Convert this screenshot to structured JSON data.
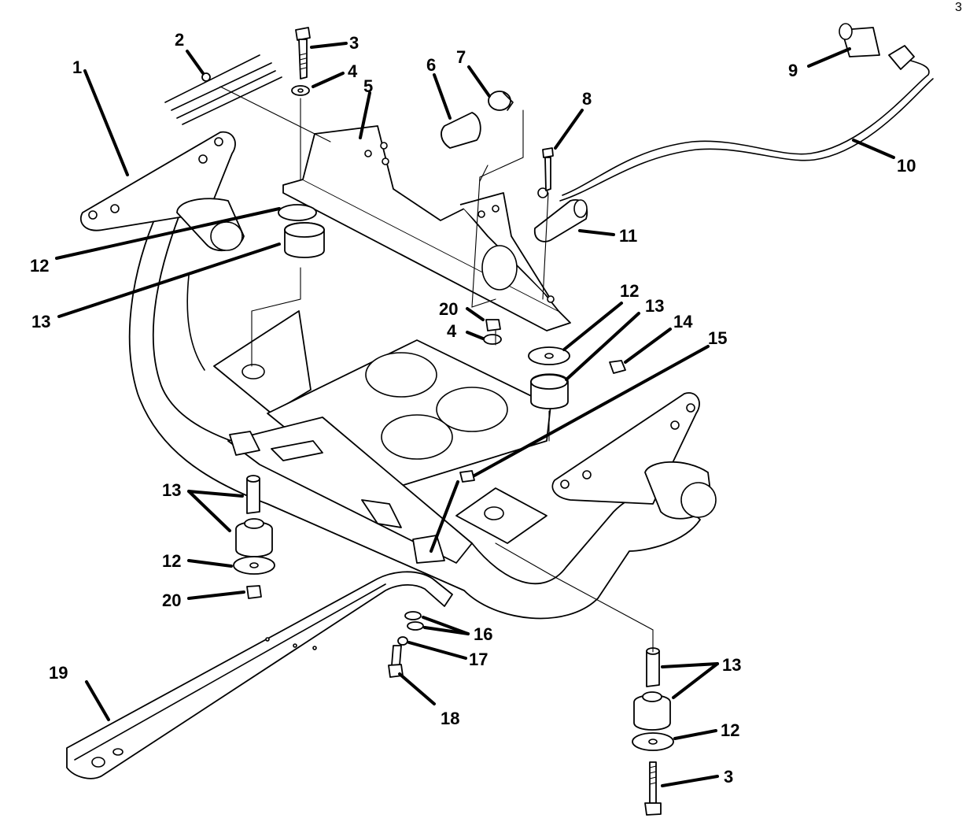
{
  "callouts": {
    "c1": "1",
    "c2": "2",
    "c3_top": "3",
    "c4_top": "4",
    "c5": "5",
    "c6": "6",
    "c7": "7",
    "c8": "8",
    "c9": "9",
    "c10": "10",
    "c11": "11",
    "c12_left": "12",
    "c13_left": "13",
    "c20_mid": "20",
    "c4_mid": "4",
    "c12_right": "12",
    "c13_right": "13",
    "c14": "14",
    "c15": "15",
    "c13_lower_left": "13",
    "c12_lower_left": "12",
    "c20_lower_left": "20",
    "c16": "16",
    "c17": "17",
    "c18": "18",
    "c19": "19",
    "c13_lower_right": "13",
    "c12_lower_right": "12",
    "c3_bottom": "3"
  },
  "corner_mark": "3"
}
